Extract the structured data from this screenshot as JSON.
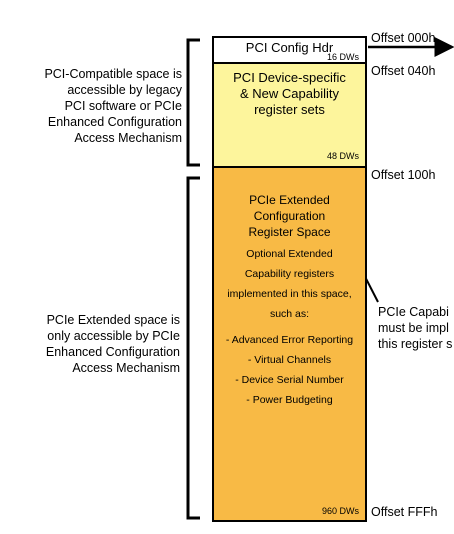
{
  "blocks": {
    "header": {
      "title": "PCI Config Hdr",
      "size": "16 DWs"
    },
    "device_specific": {
      "title_lines": [
        "PCI Device-specific",
        "& New Capability",
        "register sets"
      ],
      "size": "48 DWs"
    },
    "extended": {
      "title_lines": [
        "PCIe Extended",
        "Configuration",
        "Register Space"
      ],
      "body_lines": [
        "Optional Extended",
        "Capability registers",
        "implemented in this space,",
        "such as:",
        "- Advanced Error Reporting",
        "- Virtual Channels",
        "- Device Serial Number",
        "- Power Budgeting"
      ],
      "size": "960 DWs"
    }
  },
  "offsets": [
    "Offset 000h",
    "Offset 040h",
    "Offset 100h",
    "Offset FFFh"
  ],
  "left_notes": {
    "compatible": [
      "PCI-Compatible space is",
      "accessible by legacy",
      "PCI software or PCIe",
      "Enhanced Configuration",
      "Access Mechanism"
    ],
    "extended": [
      "PCIe Extended space is",
      "only accessible by PCIe",
      "Enhanced Configuration",
      "Access Mechanism"
    ]
  },
  "right_note": [
    "PCIe Capabi",
    "must be impl",
    "this register s"
  ],
  "colors": {
    "header": "#ffffff",
    "device_specific": "#fdf59c",
    "extended": "#f8ba45",
    "lines": "#000000"
  }
}
